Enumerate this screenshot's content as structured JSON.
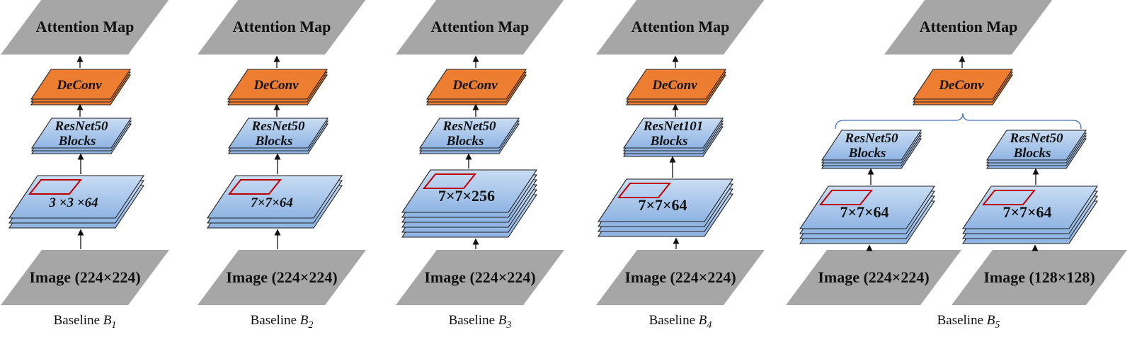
{
  "colors": {
    "gray": "#a6a6a6",
    "orange": "#ed7d31",
    "blue_top": "#c9dcf3",
    "blue_bottom": "#8fb4e3",
    "layer_stroke": "#1f1f1f",
    "kernel_red": "#c00000",
    "brace": "#4472c4"
  },
  "baselines": [
    {
      "attention": "Attention Map",
      "deconv": "DeConv",
      "branches": [
        {
          "resnet": [
            "ResNet50",
            "Blocks"
          ],
          "kernel": "3 ×3 ×64",
          "kernel_italic": true,
          "image": "Image (224×224)"
        }
      ],
      "caption": {
        "prefix": "Baseline ",
        "sym": "B",
        "sub": "1"
      }
    },
    {
      "attention": "Attention Map",
      "deconv": "DeConv",
      "branches": [
        {
          "resnet": [
            "ResNet50",
            "Blocks"
          ],
          "kernel": "7×7×64",
          "kernel_italic": true,
          "image": "Image (224×224)"
        }
      ],
      "caption": {
        "prefix": "Baseline ",
        "sym": "B",
        "sub": "2"
      }
    },
    {
      "attention": "Attention Map",
      "deconv": "DeConv",
      "branches": [
        {
          "resnet": [
            "ResNet50",
            "Blocks"
          ],
          "kernel": "7×7×256",
          "kernel_italic": false,
          "image": "Image (224×224)"
        }
      ],
      "caption": {
        "prefix": "Baseline ",
        "sym": "B",
        "sub": "3"
      }
    },
    {
      "attention": "Attention Map",
      "deconv": "DeConv",
      "branches": [
        {
          "resnet": [
            "ResNet101",
            "Blocks"
          ],
          "kernel": "7×7×64",
          "kernel_italic": false,
          "image": "Image (224×224)"
        }
      ],
      "caption": {
        "prefix": "Baseline ",
        "sym": "B",
        "sub": "4"
      }
    },
    {
      "attention": "Attention Map",
      "deconv": "DeConv",
      "branches": [
        {
          "resnet": [
            "ResNet50",
            "Blocks"
          ],
          "kernel": "7×7×64",
          "kernel_italic": false,
          "image": "Image (224×224)"
        },
        {
          "resnet": [
            "ResNet50",
            "Blocks"
          ],
          "kernel": "7×7×64",
          "kernel_italic": false,
          "image": "Image (128×128)"
        }
      ],
      "caption": {
        "prefix": "Baseline ",
        "sym": "B",
        "sub": "5"
      }
    }
  ]
}
